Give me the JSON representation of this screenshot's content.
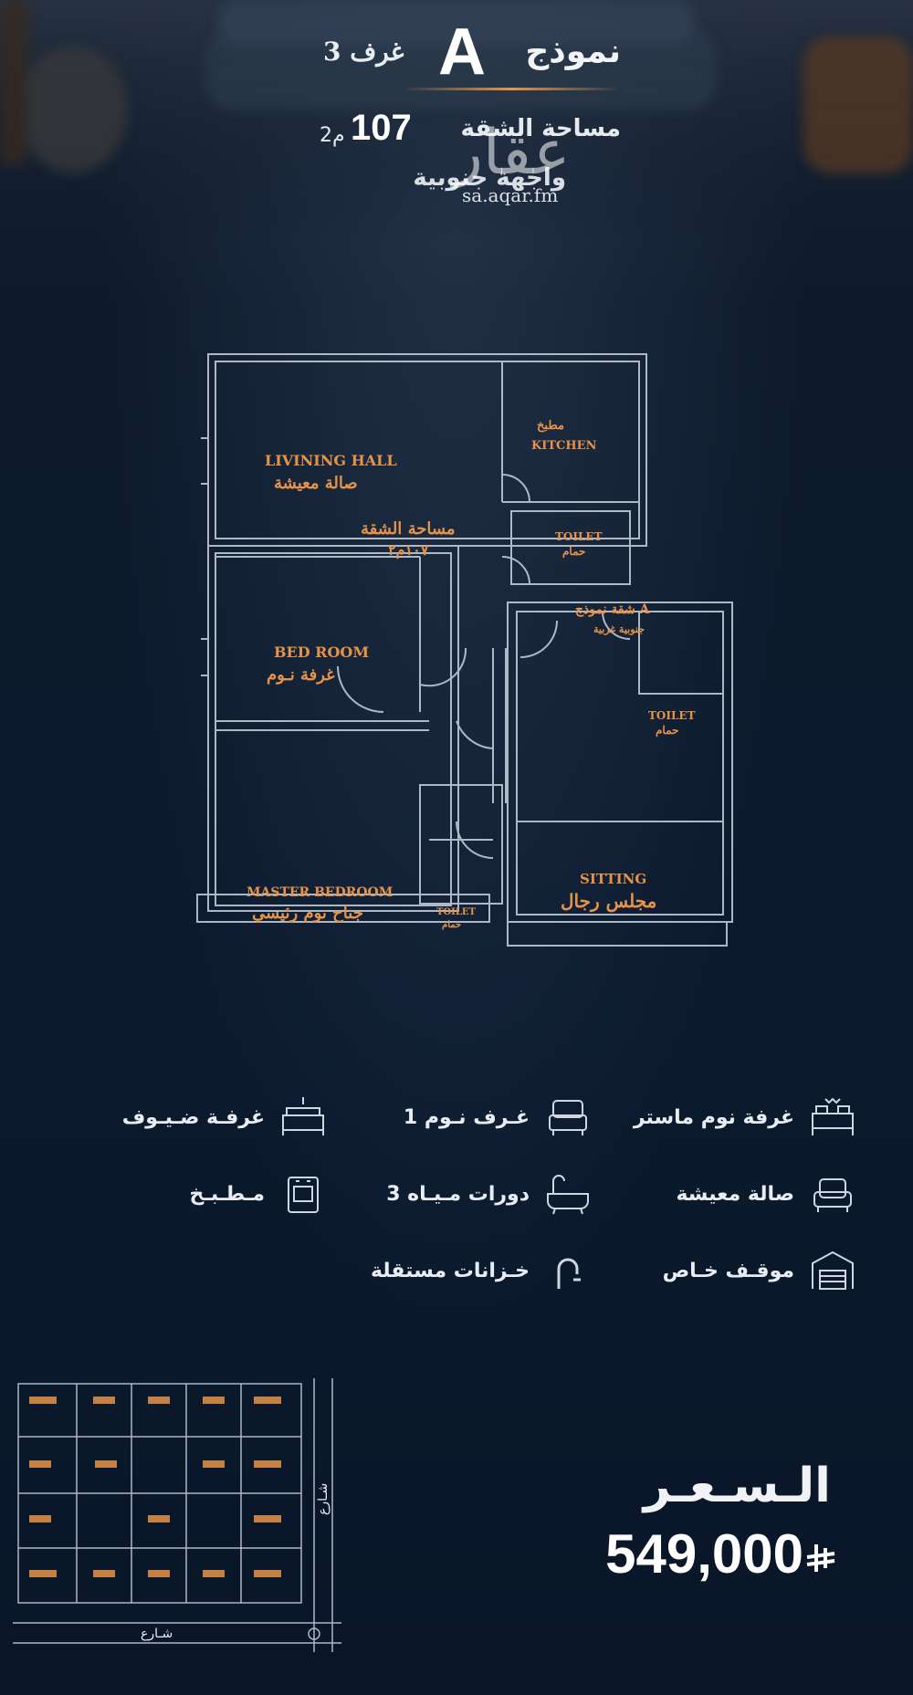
{
  "header": {
    "model_word": "نموذج",
    "model_letter": "A",
    "rooms": "3 غرف",
    "area_label": "مساحة الشقة",
    "area_value": "107",
    "area_unit": "م2",
    "facade": "واجهة جنوبية"
  },
  "watermark": {
    "brand": "عقار",
    "site": "sa.aqar.fm"
  },
  "floorplan": {
    "living_en": "LIVINING  HALL",
    "living_ar": "صالة معيشة",
    "kitchen_ar": "مطبخ",
    "kitchen_en": "KITCHEN",
    "area_ar": "مساحة الشقة",
    "area_val": "١٠٧م٢",
    "toilet1_en": "TOILET",
    "toilet1_ar": "حمام",
    "apt_label": "شقة نموذج  A",
    "apt_sub": "جنوبية غربية",
    "bedroom_en": "BED  ROOM",
    "bedroom_ar": "غرفة  نـوم",
    "toilet2_en": "TOILET",
    "toilet2_ar": "حمام",
    "master_en": "MASTER  BEDROOM",
    "master_ar": "جناح نوم رئيسي",
    "sitting_en": "SITTING",
    "sitting_ar": "مجلس رجال",
    "toilet3_en": "TOILET",
    "toilet3_ar": "حمام"
  },
  "features": [
    {
      "label": "غرفة نوم ماستر",
      "icon": "master-bed-icon"
    },
    {
      "label": "1 غـرف نـوم",
      "icon": "bed-icon"
    },
    {
      "label": "غرفـة ضـيـوف",
      "icon": "guest-room-icon"
    },
    {
      "label": "صالة معيشة",
      "icon": "armchair-icon"
    },
    {
      "label": "3 دورات مـيـاه",
      "icon": "bathtub-icon"
    },
    {
      "label": "مـطـبـخ",
      "icon": "kitchen-icon"
    },
    {
      "label": "موقـف خـاص",
      "icon": "garage-icon"
    },
    {
      "label": "خـزانات مستقلة",
      "icon": "faucet-icon"
    }
  ],
  "siteplan": {
    "street_vertical": "شـارع",
    "street_horizontal": "شـارع"
  },
  "price": {
    "label": "الـسـعـر",
    "value": "549,000",
    "currency_icon": "riyal-icon"
  },
  "colors": {
    "accent": "#e8964a",
    "background": "#0c1a2c",
    "line": "#c9d3de"
  }
}
